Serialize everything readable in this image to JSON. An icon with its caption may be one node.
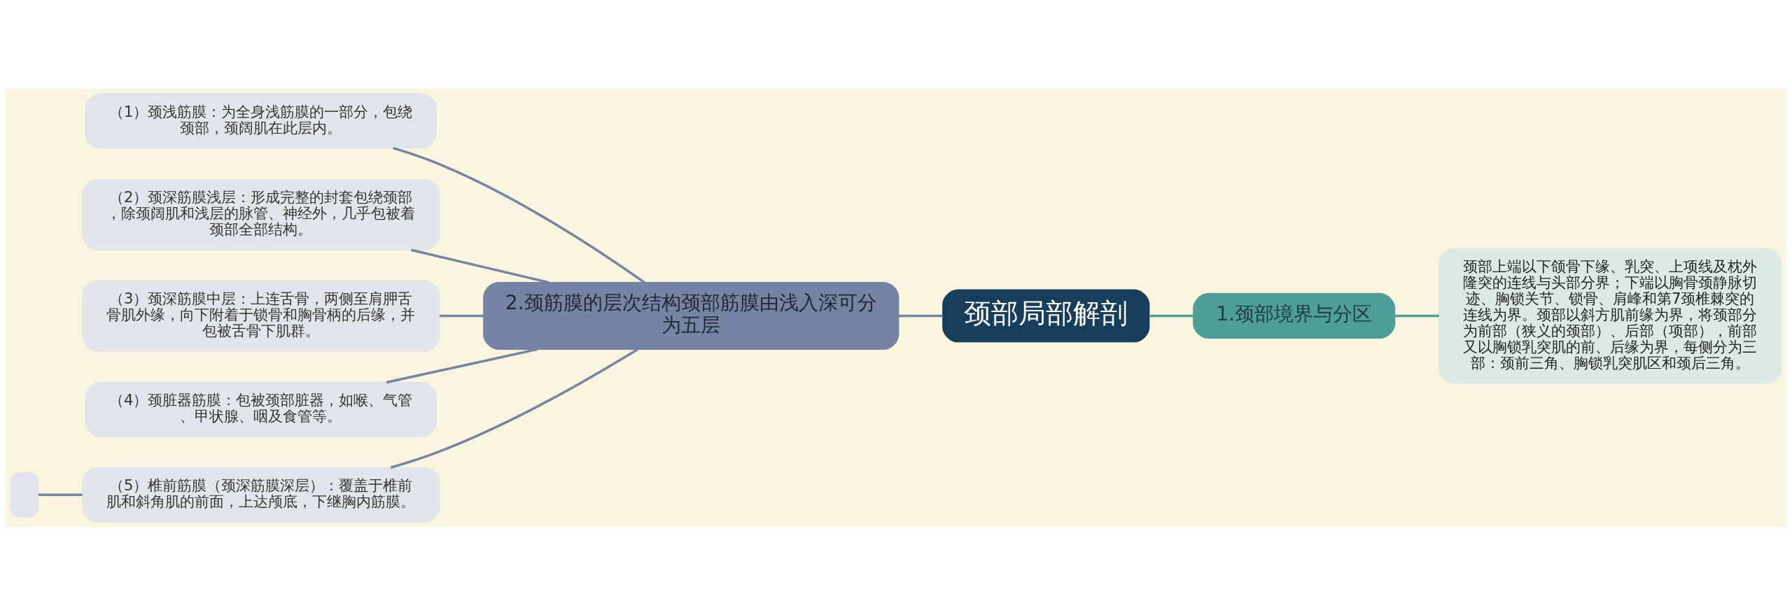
{
  "diagram": {
    "nodes": [
      {
        "text": [
          "颈部局部解剖"
        ]
      },
      {
        "text": [
          "1.颈部境界与分区"
        ]
      },
      {
        "text": [
          "颈部上端以下颌骨下缘、乳突、上项线及枕外隆突的连线与头部分界；下端以胸骨颈静脉切迹、胸锁关节、锁骨、肩峰和第7颈椎棘突的连线为界。颈部以斜方肌前缘为界，将颈部分为前部（狭义的颈部）、后部（项部），前部又以胸锁乳突肌的前、后缘为界，每侧分为三部：颈前三角、胸锁乳突肌区和颈后三角。"
        ]
      },
      {
        "text": [
          "2.颈筋膜的层次结构颈部筋膜由浅入深可分为五层"
        ]
      },
      {
        "text": [
          "（1）颈浅筋膜：为全身浅筋膜的一部分，包绕颈部，颈阔肌在此层内。"
        ]
      },
      {
        "text": [
          "（2）颈深筋膜浅层：形成完整的封套包绕颈部，除颈阔肌和浅层的脉管、神经外，几乎包被着颈部全部结构。"
        ]
      },
      {
        "text": [
          "（3）颈深筋膜中层：上连舌骨，两侧至肩胛舌骨肌外缘，向下附着于锁骨和胸骨柄的后缘，并包被舌骨下肌群。"
        ]
      },
      {
        "text": [
          "（4）颈脏器筋膜：包被颈部脏器，如喉、气管、甲状腺、咽及食管等。"
        ]
      },
      {
        "text": [
          "（5）椎前筋膜（颈深筋膜深层）：覆盖于椎前肌和斜角肌的前面，上达颅底，下继胸内筋膜。"
        ]
      },
      {
        "text": [],
        "shape": "box"
      }
    ],
    "edges": [
      {
        "from": 0,
        "to": 1,
        "arrow": "none",
        "color": "#4e9e98"
      },
      {
        "from": 1,
        "to": 2,
        "arrow": "none",
        "color": "#4e9e98"
      },
      {
        "from": 0,
        "to": 3,
        "arrow": "none"
      },
      {
        "from": 3,
        "to": 4,
        "arrow": "none"
      },
      {
        "from": 3,
        "to": 5,
        "arrow": "none"
      },
      {
        "from": 3,
        "to": 6,
        "arrow": "none"
      },
      {
        "from": 3,
        "to": 7,
        "arrow": "none"
      },
      {
        "from": 3,
        "to": 8,
        "arrow": "none"
      },
      {
        "from": 8,
        "to": 9,
        "arrow": "none"
      }
    ]
  }
}
